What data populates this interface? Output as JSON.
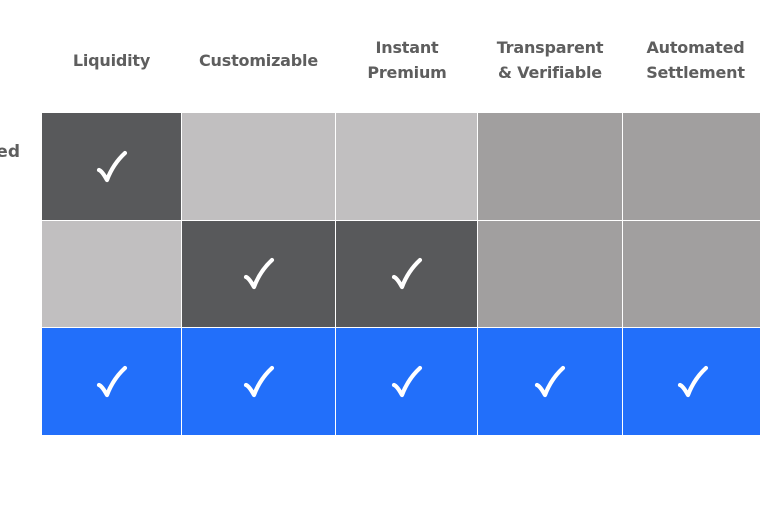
{
  "columns": [
    {
      "lines": [
        "Liquidity"
      ]
    },
    {
      "lines": [
        "Customizable"
      ]
    },
    {
      "lines": [
        "Instant",
        "Premium"
      ]
    },
    {
      "lines": [
        "Transparent",
        "& Verifiable"
      ]
    },
    {
      "lines": [
        "Automated",
        "Settlement"
      ]
    }
  ],
  "rows": [
    {
      "label": "ed",
      "cells": [
        "check",
        "empty-light",
        "empty-light",
        "empty-mid",
        "empty-mid"
      ]
    },
    {
      "label": "",
      "cells": [
        "empty-light",
        "check",
        "check",
        "empty-mid",
        "empty-mid"
      ]
    },
    {
      "label": "",
      "cells": [
        "check-blue",
        "check-blue",
        "check-blue",
        "check-blue",
        "check-blue"
      ]
    }
  ],
  "colors": {
    "dark": "#58595b",
    "light": "#c1bfc0",
    "mid": "#a19f9f",
    "blue": "#226ffa",
    "text": "#5e5e5e",
    "divider": "#e6e6ea"
  },
  "check_icon": "check-mark-icon"
}
